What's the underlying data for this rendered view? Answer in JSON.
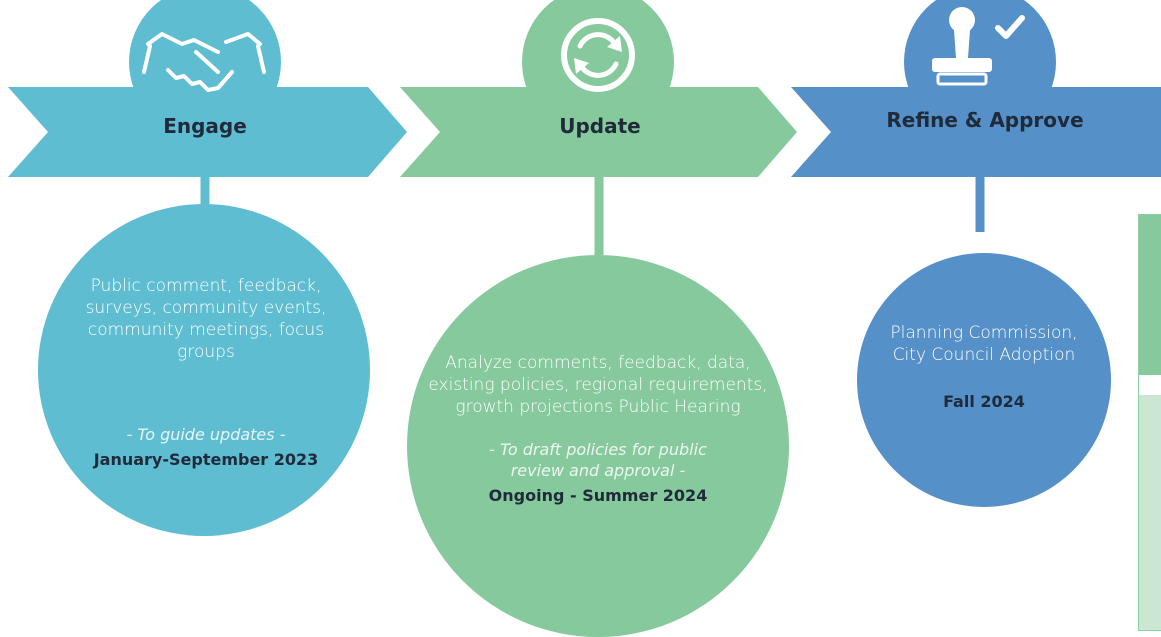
{
  "stages": [
    {
      "id": "engage",
      "title": "Engage",
      "color": "#5fbdd2",
      "icon": "handshake-icon",
      "description": "Public comment, feedback, surveys, community events, community meetings, focus groups",
      "note": "- To guide updates -",
      "date": "January-September 2023"
    },
    {
      "id": "update",
      "title": "Update",
      "color": "#86c99c",
      "icon": "refresh-cycle-icon",
      "description": "Analyze comments, feedback, data, existing policies, regional requirements, growth projections Public Hearing",
      "note": "- To draft policies for public review and approval -",
      "date": "Ongoing - Summer 2024"
    },
    {
      "id": "refine-approve",
      "title": "Refine & Approve",
      "color": "#5590c8",
      "icon": "approval-stamp-icon",
      "description": "Planning Commission, City Council Adoption",
      "note": "",
      "date": "Fall 2024"
    }
  ]
}
